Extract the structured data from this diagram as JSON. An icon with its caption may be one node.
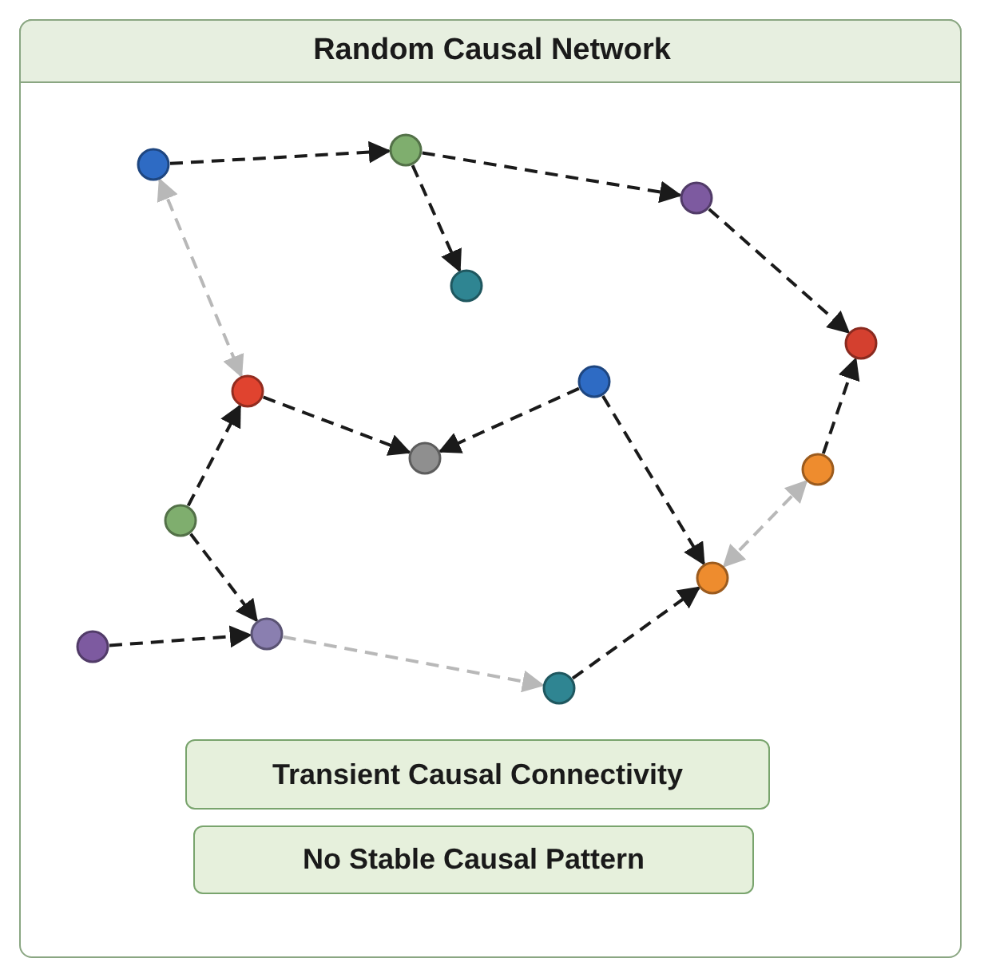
{
  "diagram": {
    "title": "Random Causal Network",
    "nodes": [
      {
        "text": [],
        "shape": "circle"
      },
      {
        "text": [],
        "shape": "circle"
      },
      {
        "text": [],
        "shape": "circle"
      },
      {
        "text": [],
        "shape": "circle"
      },
      {
        "text": [],
        "shape": "circle"
      },
      {
        "text": [],
        "shape": "circle"
      },
      {
        "text": [],
        "shape": "circle"
      },
      {
        "text": [],
        "shape": "circle"
      },
      {
        "text": [],
        "shape": "circle"
      },
      {
        "text": [],
        "shape": "circle"
      },
      {
        "text": [],
        "shape": "circle"
      },
      {
        "text": [],
        "shape": "circle"
      },
      {
        "text": [],
        "shape": "circle"
      },
      {
        "text": [],
        "shape": "circle"
      },
      {
        "text": [
          "Transient Causal Connectivity"
        ]
      },
      {
        "text": [
          "No Stable Causal Pattern"
        ]
      }
    ],
    "edges": [
      {
        "from": 0,
        "to": 1,
        "arrow": "to",
        "style": "dashed"
      },
      {
        "from": 1,
        "to": 2,
        "arrow": "to",
        "style": "dashed"
      },
      {
        "from": 1,
        "to": 3,
        "arrow": "to",
        "style": "dashed"
      },
      {
        "from": 2,
        "to": 4,
        "arrow": "to",
        "style": "dashed"
      },
      {
        "from": 0,
        "to": 5,
        "arrow": "both",
        "style": "dashed",
        "color": "#b8b8b8"
      },
      {
        "from": 5,
        "to": 7,
        "arrow": "to",
        "style": "dashed"
      },
      {
        "from": 6,
        "to": 7,
        "arrow": "to",
        "style": "dashed"
      },
      {
        "from": 6,
        "to": 10,
        "arrow": "to",
        "style": "dashed"
      },
      {
        "from": 8,
        "to": 4,
        "arrow": "to",
        "style": "dashed"
      },
      {
        "from": 8,
        "to": 10,
        "arrow": "both",
        "style": "dashed",
        "color": "#b8b8b8"
      },
      {
        "from": 9,
        "to": 5,
        "arrow": "to",
        "style": "dashed"
      },
      {
        "from": 9,
        "to": 12,
        "arrow": "to",
        "style": "dashed"
      },
      {
        "from": 11,
        "to": 12,
        "arrow": "to",
        "style": "dashed"
      },
      {
        "from": 12,
        "to": 13,
        "arrow": "to",
        "style": "dashed",
        "color": "#b8b8b8"
      },
      {
        "from": 13,
        "to": 10,
        "arrow": "to",
        "style": "dashed"
      }
    ]
  }
}
